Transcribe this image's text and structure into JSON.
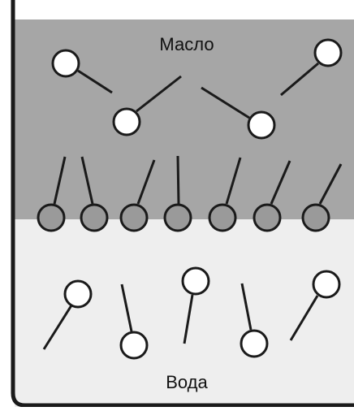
{
  "labels": {
    "oil": "Масло",
    "water": "Вода"
  },
  "colors": {
    "oil_phase": "#a6a6a6",
    "water_phase": "#eeeeee",
    "outline": "#1a1a1a",
    "molecule_head": "#ffffff",
    "interface_head": "#9a9a9a"
  },
  "diagram": {
    "oil_molecules": 4,
    "interface_molecules": 7,
    "water_molecules": 5
  }
}
